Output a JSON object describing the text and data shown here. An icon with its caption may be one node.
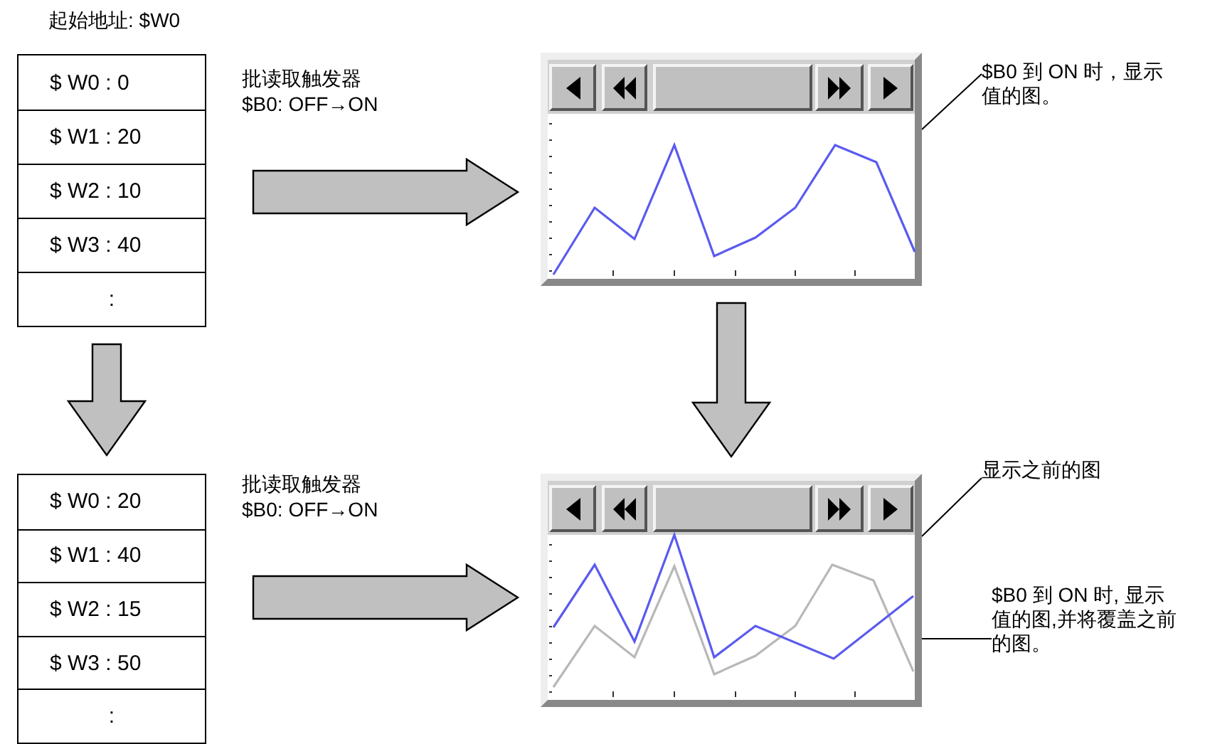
{
  "diagram": {
    "nodes": [
      {
        "text": [],
        "shape": "box",
        "beside": [
          "起始地址: $W0"
        ]
      },
      {
        "text": [
          "$ W0 : 0"
        ],
        "in": 0
      },
      {
        "text": [
          "$ W1 : 20"
        ],
        "in": 0
      },
      {
        "text": [
          "$ W2 : 10"
        ],
        "in": 0
      },
      {
        "text": [
          "$ W3 : 40"
        ],
        "in": 0
      },
      {
        "text": [
          ":"
        ],
        "in": 0
      },
      {
        "text": [],
        "shape": "picture"
      },
      {
        "text": [
          "$B0 到 ON 时，显示值的图。"
        ]
      },
      {
        "text": [],
        "shape": "box"
      },
      {
        "text": [
          "$ W0 : 20"
        ],
        "in": 8
      },
      {
        "text": [
          "$ W1 : 40"
        ],
        "in": 8
      },
      {
        "text": [
          "$ W2 : 15"
        ],
        "in": 8
      },
      {
        "text": [
          "$ W3 : 50"
        ],
        "in": 8
      },
      {
        "text": [
          ":"
        ],
        "in": 8
      },
      {
        "text": [],
        "shape": "picture"
      },
      {
        "text": [
          "显示之前的图"
        ]
      },
      {
        "text": [
          "$B0 到 ON 时, 显示值的图,并将覆盖之前的图。"
        ]
      }
    ],
    "edges": [
      {
        "from": 0,
        "to": 6,
        "arrow": "to",
        "label": "批读取触发器 $B0: OFF→ON",
        "style": "thick"
      },
      {
        "from": 0,
        "to": 8,
        "arrow": "to",
        "style": "thick"
      },
      {
        "from": 6,
        "to": 14,
        "arrow": "to",
        "style": "thick"
      },
      {
        "from": 8,
        "to": 14,
        "arrow": "to",
        "label": "批读取触发器 $B0: OFF→ON",
        "style": "thick"
      },
      {
        "from": 7,
        "to": 6,
        "arrow": "none"
      },
      {
        "from": 15,
        "to": 14,
        "arrow": "none"
      },
      {
        "from": 16,
        "to": 14,
        "arrow": "none"
      }
    ]
  }
}
